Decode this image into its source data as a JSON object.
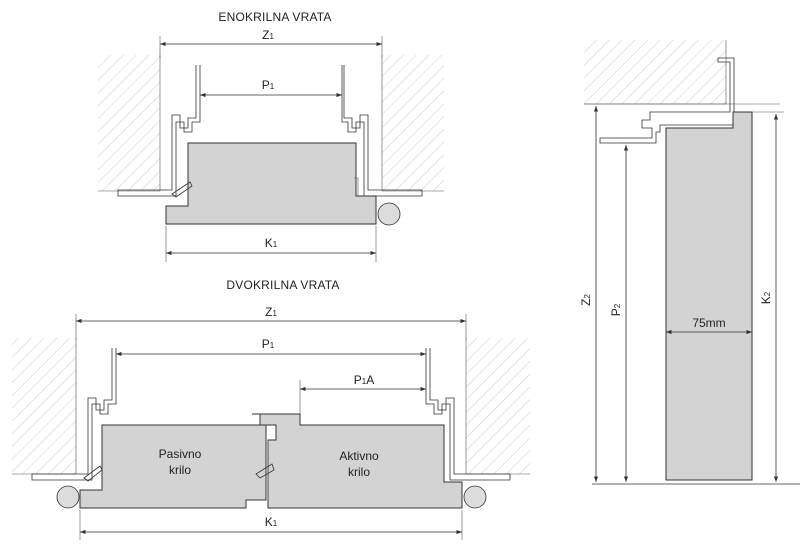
{
  "single_door": {
    "title": "ENOKRILNA VRATA",
    "z": {
      "letter": "Z",
      "sub": "1"
    },
    "p": {
      "letter": "P",
      "sub": "1"
    },
    "k": {
      "letter": "K",
      "sub": "1"
    }
  },
  "double_door": {
    "title": "DVOKRILNA VRATA",
    "z": {
      "letter": "Z",
      "sub": "1"
    },
    "p": {
      "letter": "P",
      "sub": "1"
    },
    "pa": {
      "letter": "P",
      "sub": "1",
      "suffix": "A"
    },
    "k": {
      "letter": "K",
      "sub": "1"
    },
    "passive_leaf": [
      "Pasivno",
      "krilo"
    ],
    "active_leaf": [
      "Aktivno",
      "krilo"
    ]
  },
  "side_section": {
    "z": {
      "letter": "Z",
      "sub": "2"
    },
    "p": {
      "letter": "P",
      "sub": "2"
    },
    "k": {
      "letter": "K",
      "sub": "2"
    },
    "thickness": "75mm"
  }
}
